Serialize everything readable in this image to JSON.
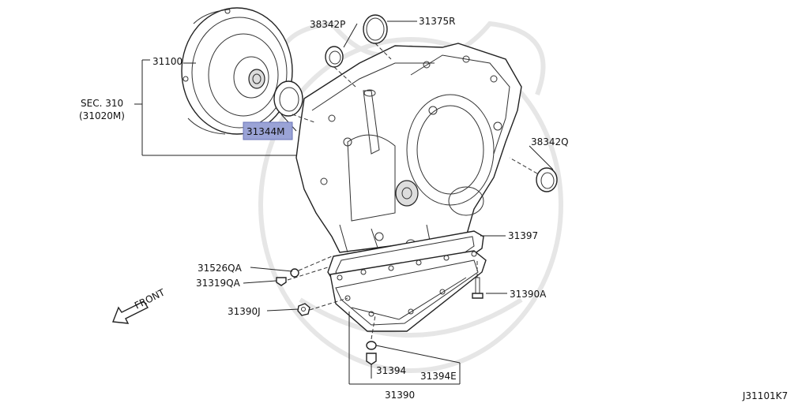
{
  "labels": {
    "torque_converter": "31100",
    "sec_ref": "SEC. 310",
    "sec_ref_sub": "(31020M)",
    "seal_highlight": "31344M",
    "plug_top": "38342P",
    "oring_top": "31375R",
    "plug_right": "38342Q",
    "gasket": "31397",
    "bolt_right": "31390A",
    "washer_left": "31526QA",
    "plug_left": "31319QA",
    "nut_left": "31390J",
    "drain_plug": "31394",
    "drain_washer": "31394E",
    "oil_pan": "31390",
    "front": "FRONT",
    "figure_code": "J31101K7"
  },
  "colors": {
    "highlight": "#9aa3d6",
    "line": "#222222",
    "watermark": "#e6e6e6"
  }
}
